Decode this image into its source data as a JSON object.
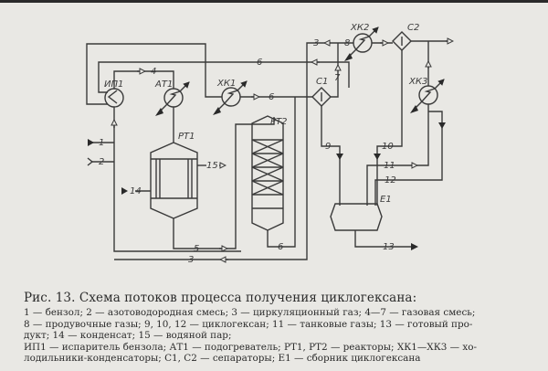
{
  "figure": {
    "title": "Рис. 13. Схема потоков процесса получения циклогексана:",
    "legend_lines": [
      "1 — бензол; 2 — азотоводородная смесь; 3 — циркуляционный газ; 4—7 — газовая смесь;",
      "8 — продувочные газы; 9, 10, 12 — циклогексан; 11 — танковые газы; 13 — готовый про-",
      "дукт; 14 — конденсат; 15 — водяной пар;",
      "ИП1 — испаритель бензола; АТ1 — подогреватель; РТ1, РТ2 — реакторы; ХК1—ХК3 — хо-",
      "лодильники-конденсаторы; С1, С2 — сепараторы; Е1 — сборник циклогексана"
    ]
  },
  "equipment": {
    "np1": "ИП1",
    "at1": "АТ1",
    "xk1": "ХК1",
    "xk2": "ХК2",
    "xk3": "ХК3",
    "c1": "С1",
    "c2": "С2",
    "rt1": "РТ1",
    "rt2": "РТ2",
    "e1": "Е1"
  },
  "streams": {
    "s1": "1",
    "s2": "2",
    "s3a": "3",
    "s3b": "3",
    "s4": "4",
    "s5": "5",
    "s6a": "6",
    "s6b": "6",
    "s6c": "6",
    "s7": "7",
    "s8": "8",
    "s9": "9",
    "s10": "10",
    "s11": "11",
    "s12": "12",
    "s13": "13",
    "s14": "14",
    "s15": "15"
  },
  "colors": {
    "paper": "#e9e8e4",
    "ink": "#3a3a3a"
  }
}
